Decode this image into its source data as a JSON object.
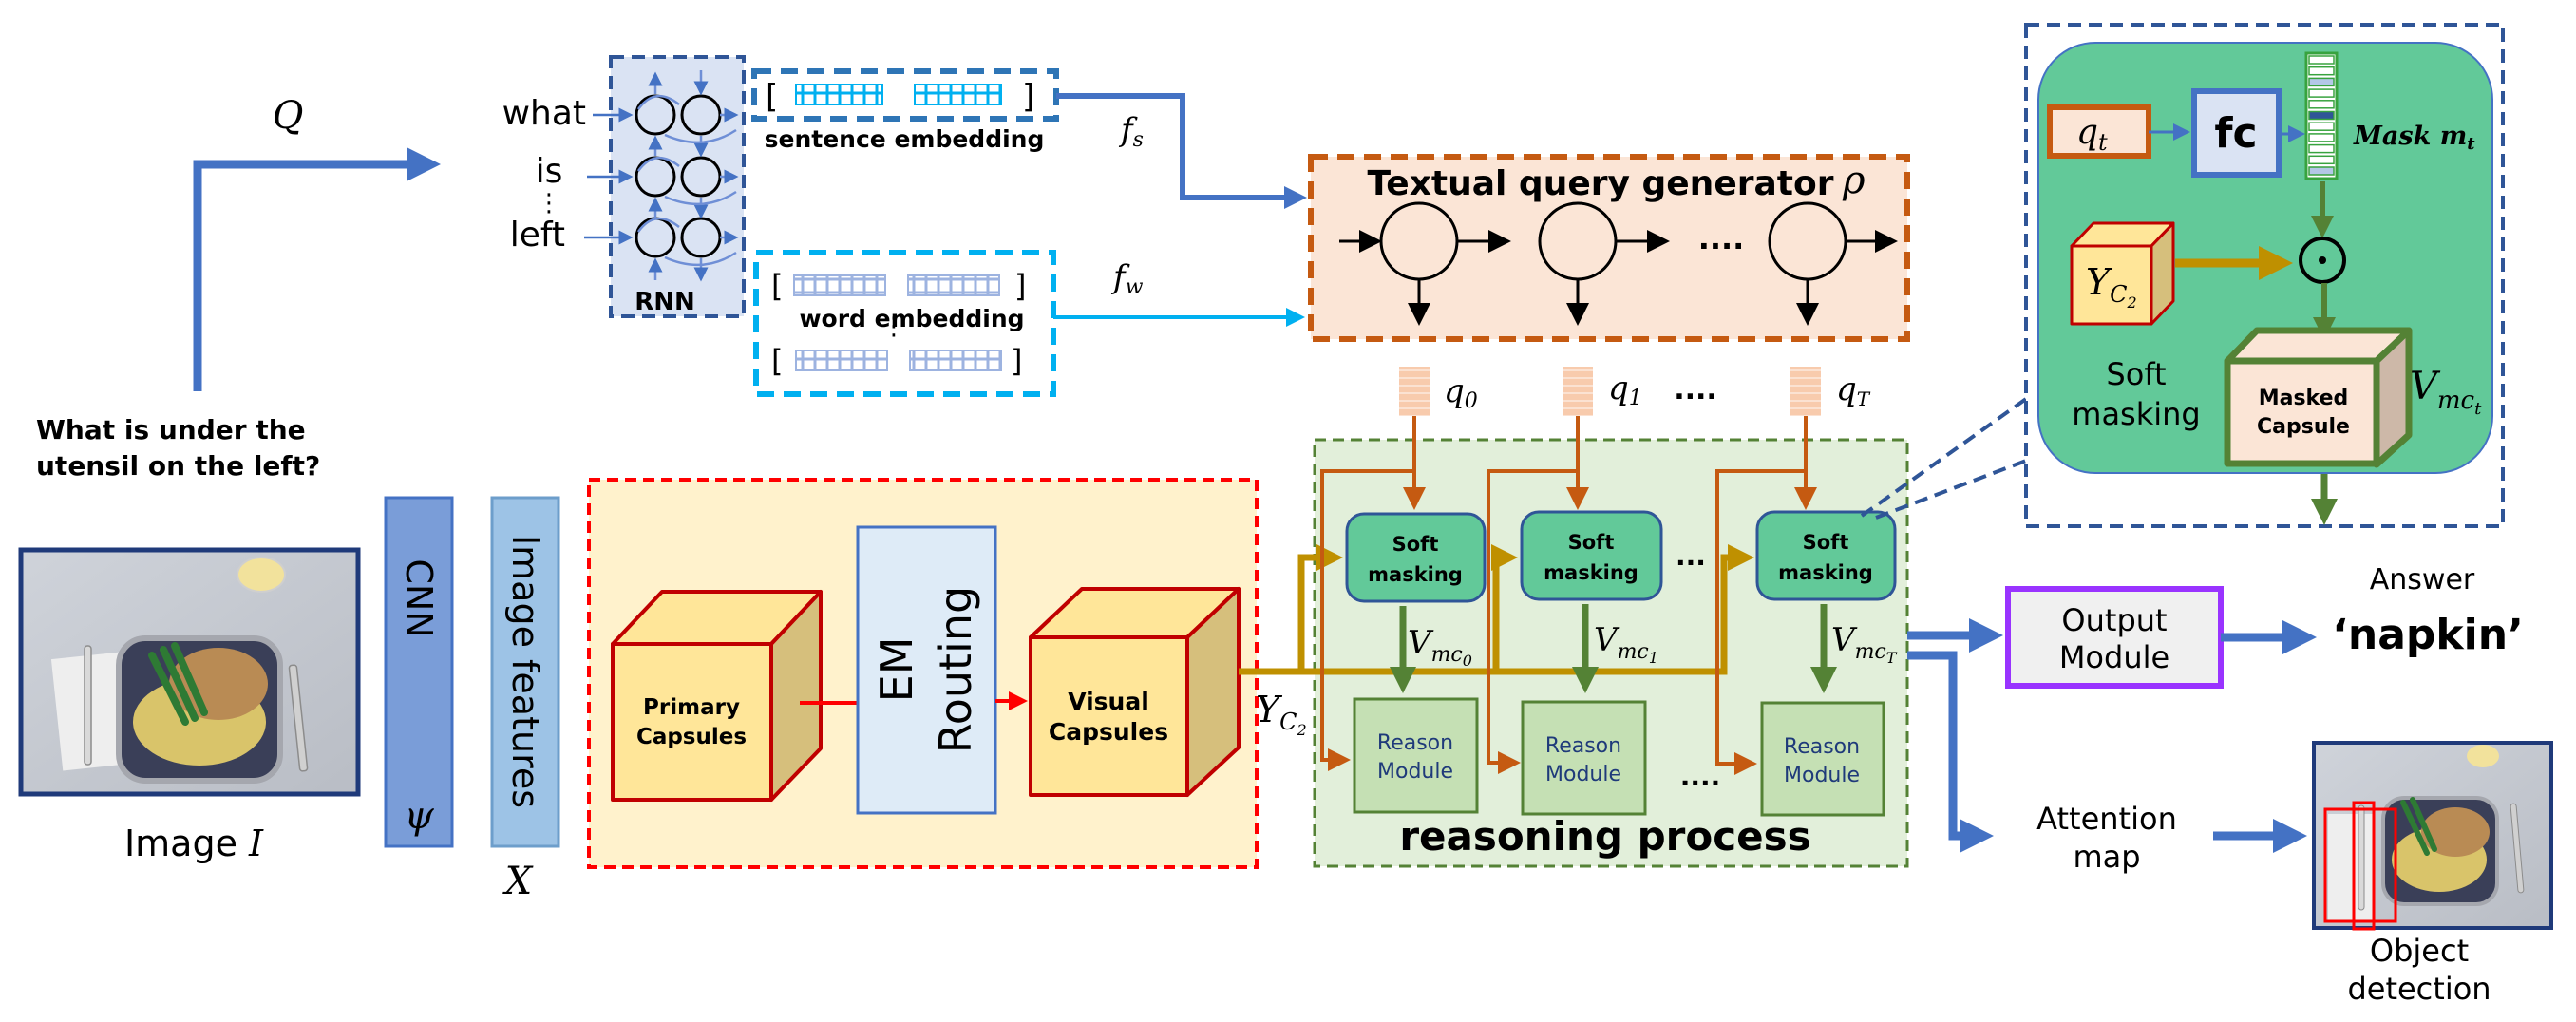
{
  "question": {
    "symbol": "Q",
    "text_line1": "What is under the",
    "text_line2": "utensil on the left?"
  },
  "rnn": {
    "label": "RNN",
    "words": [
      "what",
      "is",
      "left"
    ],
    "ellipsis": "⋮"
  },
  "embeddings": {
    "sentence_label": "sentence embedding",
    "word_label": "word embedding",
    "fs": "f",
    "fs_sub": "s",
    "fw": "f",
    "fw_sub": "w",
    "bracket_open": "[",
    "bracket_close": "]",
    "vdots": "⋮"
  },
  "query_generator": {
    "title": "Textual query generator",
    "symbol": "ρ",
    "ellipsis": "....",
    "queries": [
      {
        "base": "q",
        "sub": "0"
      },
      {
        "base": "q",
        "sub": "1"
      },
      {
        "base": "q",
        "sub": "T"
      }
    ],
    "query_ellipsis": "...."
  },
  "image_input": {
    "label": "Image",
    "symbol": "I"
  },
  "cnn": {
    "label": "CNN",
    "symbol": "ψ"
  },
  "image_features": {
    "label": "Image features",
    "symbol": "X"
  },
  "capsules": {
    "primary_line1": "Primary",
    "primary_line2": "Capsules",
    "routing_line1": "EM",
    "routing_line2": "Routing",
    "visual_line1": "Visual",
    "visual_line2": "Capsules",
    "output_base": "Y",
    "output_sub": "C",
    "output_subsub": "2"
  },
  "reasoning": {
    "title": "reasoning process",
    "soft_masking_line1": "Soft",
    "soft_masking_line2": "masking",
    "reason_line1": "Reason",
    "reason_line2": "Module",
    "mask_ellipsis": "...",
    "reason_ellipsis": "....",
    "outputs": [
      {
        "base": "V",
        "sub": "mc",
        "subsub": "0"
      },
      {
        "base": "V",
        "sub": "mc",
        "subsub": "1"
      },
      {
        "base": "V",
        "sub": "mc",
        "subsub": "T"
      }
    ]
  },
  "inset": {
    "qt_base": "q",
    "qt_sub": "t",
    "fc_label": "fc",
    "mask_label": "Mask m",
    "mask_sub": "t",
    "odot": "⊙",
    "y_base": "Y",
    "y_sub": "C",
    "y_subsub": "2",
    "soft_line1": "Soft",
    "soft_line2": "masking",
    "masked_line1": "Masked",
    "masked_line2": "Capsule",
    "v_base": "V",
    "v_sub": "mc",
    "v_subsub": "t"
  },
  "output": {
    "module_line1": "Output",
    "module_line2": "Module",
    "answer_label": "Answer",
    "answer_value": "‘napkin’",
    "attention_line1": "Attention",
    "attention_line2": "map",
    "detection_line1": "Object",
    "detection_line2": "detection"
  },
  "colors": {
    "arrow_blue": "#4472c4",
    "light_blue": "#00b0f0",
    "orange": "#c55a11",
    "gold": "#bf9000",
    "green_dark": "#548235",
    "mint": "#62c999",
    "capsule_fill": "#ffe699",
    "capsule_edge": "#c00000",
    "purple": "#9933ff"
  }
}
